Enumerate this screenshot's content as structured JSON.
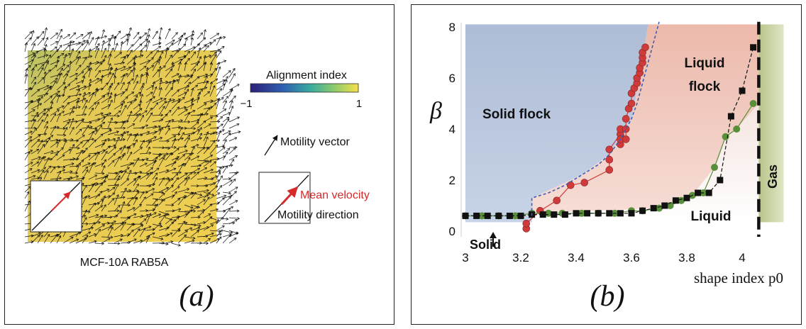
{
  "panel_a": {
    "colorbar_title": "Alignment index",
    "colorbar_min": "−1",
    "colorbar_max": "1",
    "colorbar_colors": [
      "#2b1f7a",
      "#2f5fb0",
      "#37a9a0",
      "#8fcb6a",
      "#f5e04a"
    ],
    "legend_motility_vector": "Motility vector",
    "legend_mean_velocity": "Mean velocity",
    "legend_motility_direction": "Motility direction",
    "mean_velocity_color": "#d42b2b",
    "field_color": "#e6c84a",
    "caption": "MCF-10A RAB5A",
    "panel_label": "(a)"
  },
  "panel_b": {
    "panel_label": "(b)",
    "chart_data": {
      "type": "scatter",
      "xlabel": "shape index p0",
      "ylabel": "β",
      "xlim": [
        2.95,
        4.15
      ],
      "ylim": [
        -0.2,
        8.2
      ],
      "x_ticks": [
        "3",
        "3.2",
        "3.4",
        "3.6",
        "3.8",
        "4"
      ],
      "y_ticks": [
        "0",
        "2",
        "4",
        "6",
        "8"
      ],
      "region_labels": {
        "solid_flock": "Solid flock",
        "liquid_flock_1": "Liquid",
        "liquid_flock_2": "flock",
        "liquid": "Liquid",
        "solid": "Solid",
        "gas": "Gas"
      },
      "colors": {
        "solid_flock": "#b7c4dc",
        "liquid_flock": "#efc3b6",
        "gas": "#c8d3a2",
        "red_series": "#d13a3a",
        "green_series": "#5a8f3a",
        "black_series": "#111111",
        "blue_dashed": "#3c5fb5"
      },
      "gas_boundary_x": 4.06,
      "series": [
        {
          "marker": "circle",
          "color": "red",
          "x": [
            3.22,
            3.22,
            3.27,
            3.33,
            3.38,
            3.43,
            3.52,
            3.52,
            3.52,
            3.56,
            3.56,
            3.56,
            3.56,
            3.58,
            3.58,
            3.58,
            3.59,
            3.6,
            3.6,
            3.61,
            3.62,
            3.62,
            3.63,
            3.63,
            3.64,
            3.64,
            3.64,
            3.65
          ],
          "y": [
            0.1,
            0.3,
            0.8,
            1.2,
            1.8,
            1.9,
            2.4,
            2.8,
            3.2,
            3.8,
            3.4,
            3.6,
            4.0,
            3.6,
            4.0,
            4.4,
            4.8,
            5.0,
            5.4,
            5.6,
            5.8,
            6.0,
            6.2,
            6.4,
            6.6,
            6.8,
            7.0,
            7.2
          ]
        },
        {
          "marker": "circle",
          "color": "green",
          "x": [
            3.0,
            3.06,
            3.12,
            3.18,
            3.24,
            3.3,
            3.35,
            3.42,
            3.48,
            3.54,
            3.6,
            3.64,
            3.7,
            3.74,
            3.78,
            3.82,
            3.86,
            3.9,
            3.94,
            3.98,
            4.04
          ],
          "y": [
            0.6,
            0.6,
            0.6,
            0.6,
            0.7,
            0.7,
            0.7,
            0.7,
            0.7,
            0.7,
            0.8,
            0.8,
            0.9,
            1.0,
            1.2,
            1.4,
            1.5,
            2.5,
            3.7,
            4.0,
            5.0
          ]
        },
        {
          "marker": "square",
          "color": "black",
          "x": [
            3.0,
            3.04,
            3.08,
            3.12,
            3.16,
            3.2,
            3.24,
            3.28,
            3.32,
            3.36,
            3.4,
            3.44,
            3.48,
            3.52,
            3.56,
            3.6,
            3.64,
            3.68,
            3.72,
            3.76,
            3.8,
            3.84,
            3.88,
            3.92,
            3.96,
            4.0,
            4.04
          ],
          "y": [
            0.6,
            0.6,
            0.6,
            0.6,
            0.6,
            0.6,
            0.65,
            0.65,
            0.65,
            0.65,
            0.7,
            0.7,
            0.7,
            0.7,
            0.7,
            0.7,
            0.8,
            0.9,
            1.0,
            1.2,
            1.3,
            1.5,
            1.5,
            2.0,
            4.5,
            5.5,
            7.2
          ]
        },
        {
          "line": "dashed",
          "color": "blue",
          "x": [
            3.24,
            3.24,
            3.3,
            3.36,
            3.42,
            3.48,
            3.52,
            3.56,
            3.6,
            3.62,
            3.64,
            3.66,
            3.68,
            3.7
          ],
          "y": [
            0.6,
            1.3,
            1.5,
            1.8,
            2.2,
            2.6,
            3.0,
            3.6,
            4.4,
            5.0,
            5.8,
            6.6,
            7.4,
            8.2
          ]
        }
      ]
    }
  }
}
